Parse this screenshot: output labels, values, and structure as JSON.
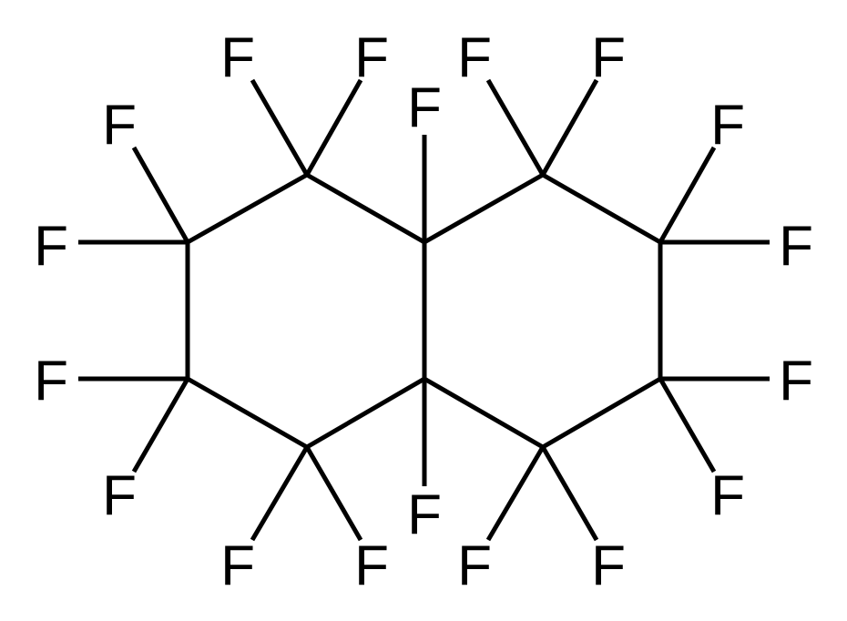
{
  "molecule": {
    "colors": {
      "bond": "#000000",
      "label": "#000000",
      "background": "#ffffff"
    },
    "labels": [
      "F",
      "F",
      "F",
      "F",
      "F",
      "F",
      "F",
      "F",
      "F",
      "F",
      "F",
      "F",
      "F",
      "F",
      "F",
      "F",
      "F",
      "F"
    ]
  }
}
